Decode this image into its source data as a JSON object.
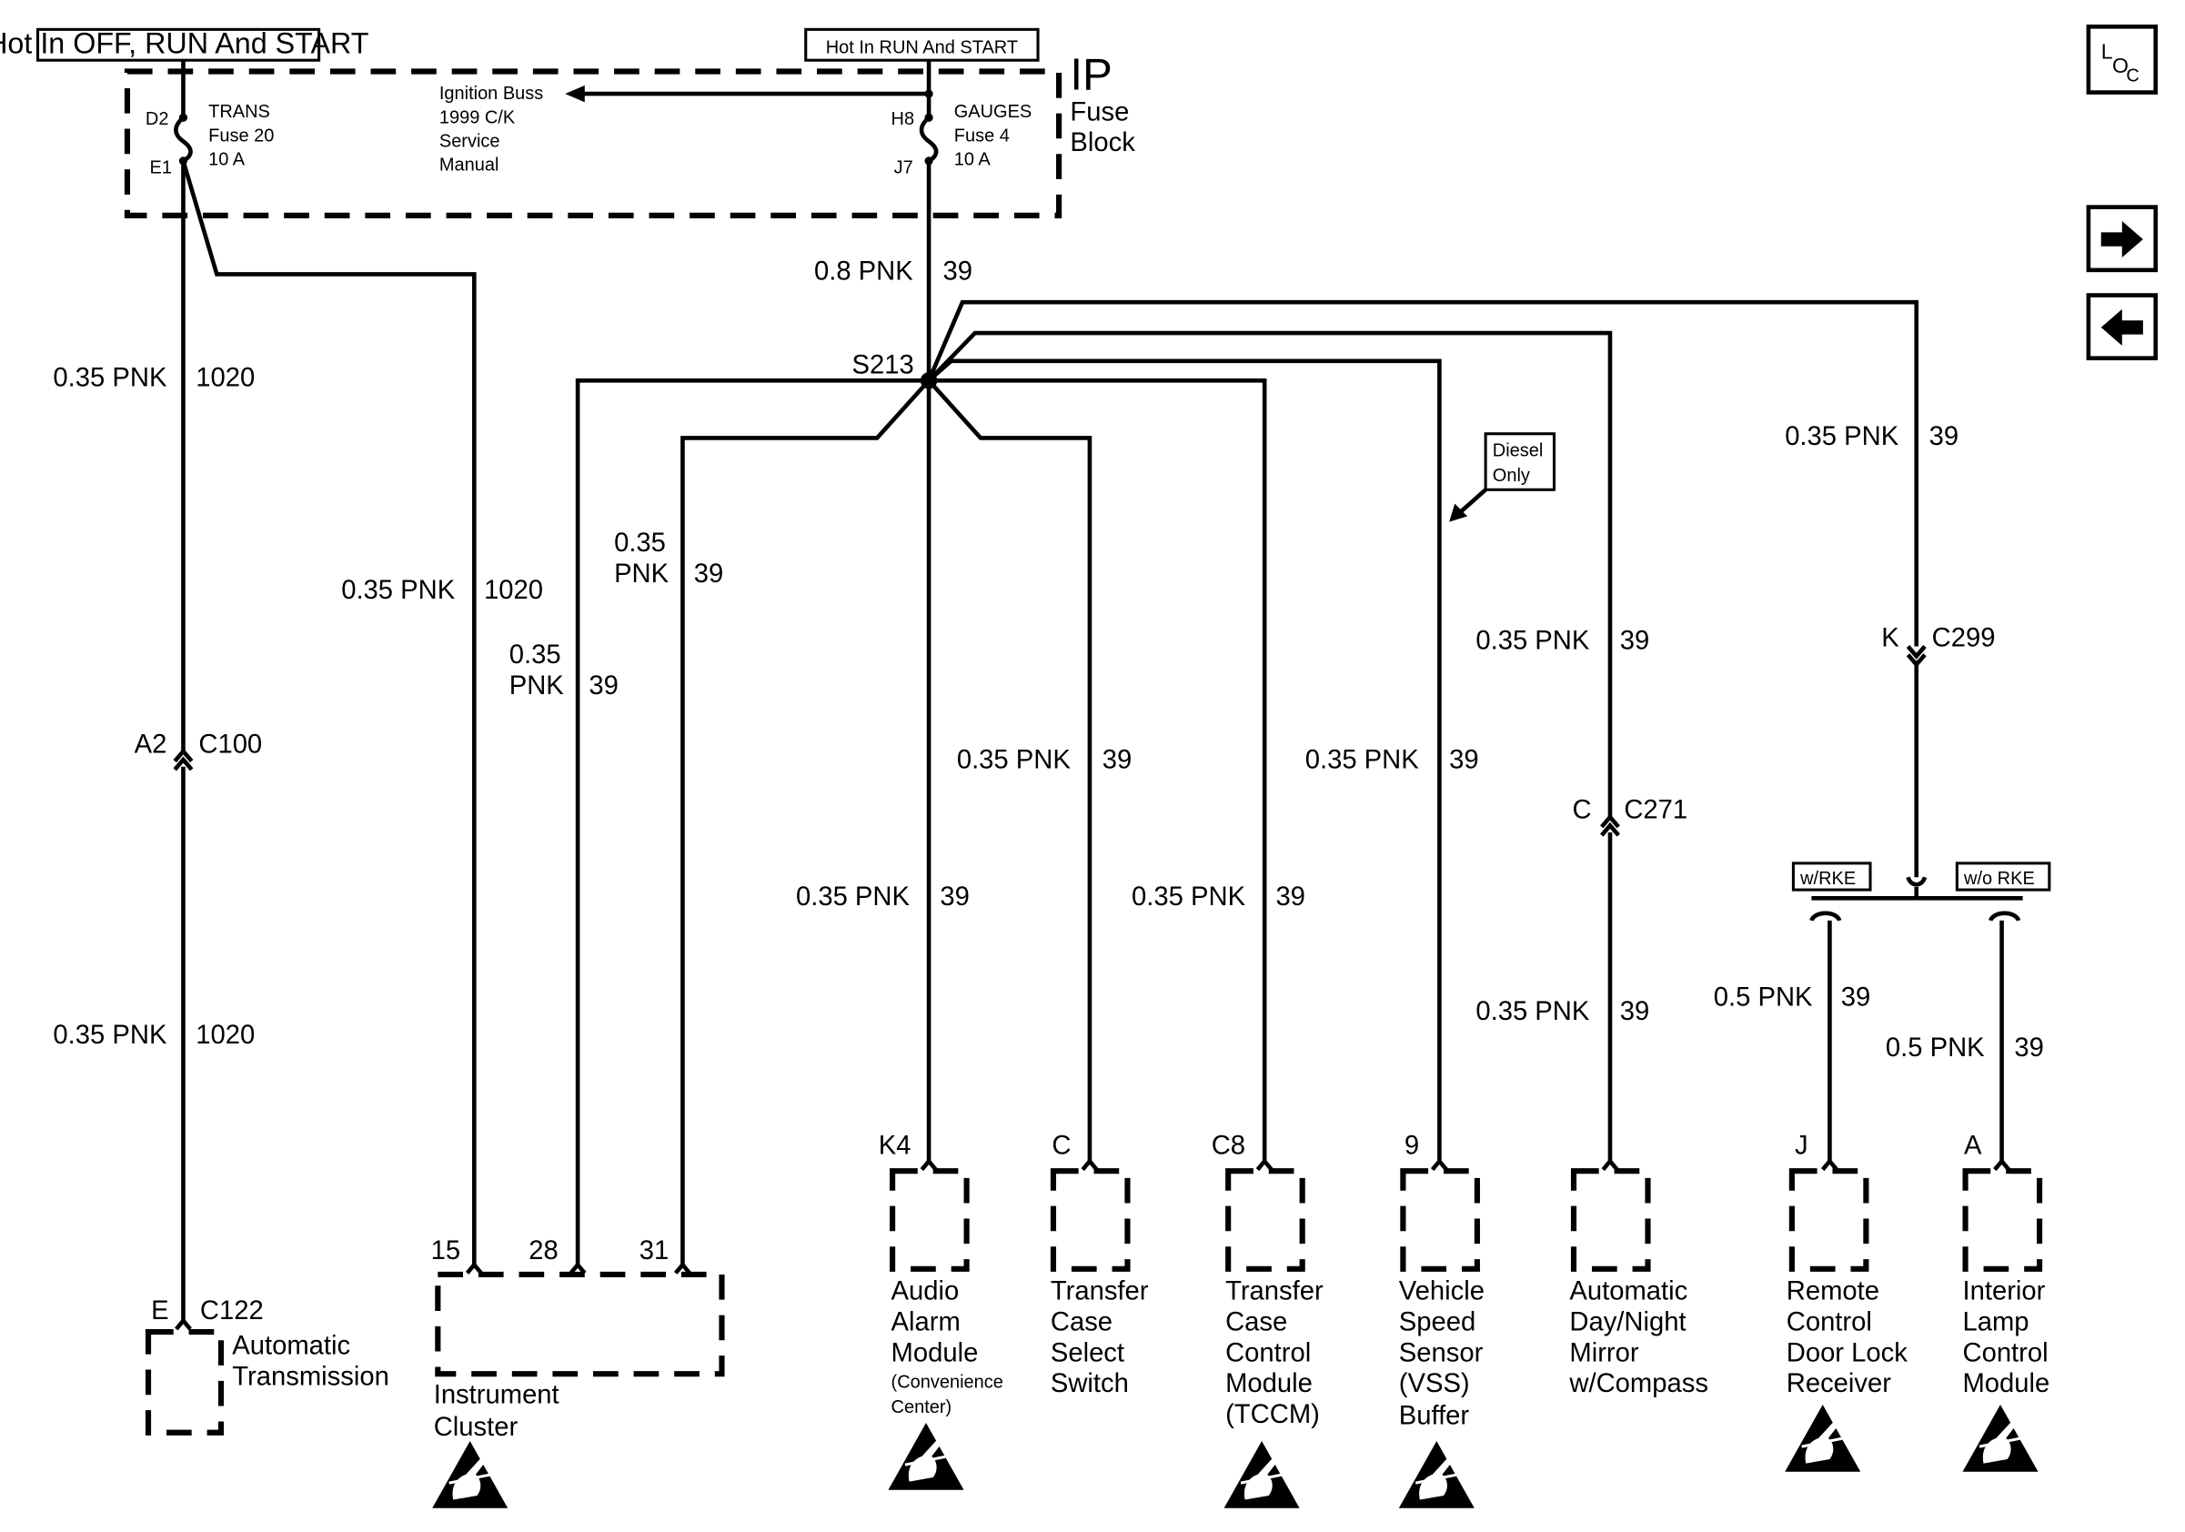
{
  "header": {
    "hot_left": "Hot In OFF, RUN And START",
    "hot_right": "Hot In RUN And START"
  },
  "nav": {
    "loc_l": "L",
    "loc_o": "O",
    "loc_c": "C"
  },
  "fuse_block": {
    "title": [
      "IP",
      "Fuse",
      "Block"
    ],
    "trans_fuse": {
      "pin_in": "D2",
      "pin_out": "E1",
      "lines": [
        "TRANS",
        "Fuse 20",
        "10 A"
      ]
    },
    "gauges_fuse": {
      "pin_in": "H8",
      "pin_out": "J7",
      "lines": [
        "GAUGES",
        "Fuse 4",
        "10 A"
      ]
    },
    "ignition_ref": [
      "Ignition Buss",
      "1999 C/K",
      "Service",
      "Manual"
    ]
  },
  "splice": "S213",
  "wires": {
    "main_in": [
      "0.8 PNK",
      "39"
    ],
    "trans_left": [
      "0.35 PNK",
      "1020"
    ],
    "trans_lower": [
      "0.35 PNK",
      "1020"
    ],
    "cluster_15": [
      "0.35 PNK",
      "1020"
    ],
    "cluster_28": [
      "0.35",
      "PNK",
      "39"
    ],
    "cluster_31": [
      "0.35",
      "PNK",
      "39"
    ],
    "audio": [
      "0.35 PNK",
      "39"
    ],
    "tcase_switch": [
      "0.35 PNK",
      "39"
    ],
    "tccm": [
      "0.35 PNK",
      "39"
    ],
    "vss": [
      "0.35 PNK",
      "39"
    ],
    "mirror_upper": [
      "0.35 PNK",
      "39"
    ],
    "mirror_lower": [
      "0.35 PNK",
      "39"
    ],
    "c299_upper": [
      "0.35 PNK",
      "39"
    ],
    "rke": [
      "0.5 PNK",
      "39"
    ],
    "interior": [
      "0.5 PNK",
      "39"
    ]
  },
  "connectors": {
    "c100": {
      "pin": "A2",
      "name": "C100"
    },
    "c122": {
      "pin": "E",
      "name": "C122"
    },
    "c271": {
      "pin": "C",
      "name": "C271"
    },
    "c299": {
      "pin": "K",
      "name": "C299"
    }
  },
  "diesel_note": [
    "Diesel",
    "Only"
  ],
  "option_tags": {
    "with_rke": "w/RKE",
    "without_rke": "w/o RKE"
  },
  "components": {
    "auto_trans": {
      "lines": [
        "Automatic",
        "Transmission"
      ]
    },
    "cluster": {
      "pins": [
        "15",
        "28",
        "31"
      ],
      "lines": [
        "Instrument",
        "Cluster"
      ]
    },
    "audio": {
      "pin": "K4",
      "lines": [
        "Audio",
        "Alarm",
        "Module"
      ],
      "note": [
        "(Convenience",
        "Center)"
      ]
    },
    "tcase_switch": {
      "pin": "C",
      "lines": [
        "Transfer",
        "Case",
        "Select",
        "Switch"
      ]
    },
    "tccm": {
      "pin": "C8",
      "lines": [
        "Transfer",
        "Case",
        "Control",
        "Module",
        "(TCCM)"
      ]
    },
    "vss": {
      "pin": "9",
      "lines": [
        "Vehicle",
        "Speed",
        "Sensor",
        "(VSS)",
        "Buffer"
      ]
    },
    "mirror": {
      "lines": [
        "Automatic",
        "Day/Night",
        "Mirror",
        "w/Compass"
      ]
    },
    "rke_receiver": {
      "pin": "J",
      "lines": [
        "Remote",
        "Control",
        "Door Lock",
        "Receiver"
      ]
    },
    "interior_lamp": {
      "pin": "A",
      "lines": [
        "Interior",
        "Lamp",
        "Control",
        "Module"
      ]
    }
  },
  "icons": {
    "esd": "esd-warning-icon",
    "arrow_right": "arrow-right-icon",
    "arrow_left": "arrow-left-icon"
  }
}
